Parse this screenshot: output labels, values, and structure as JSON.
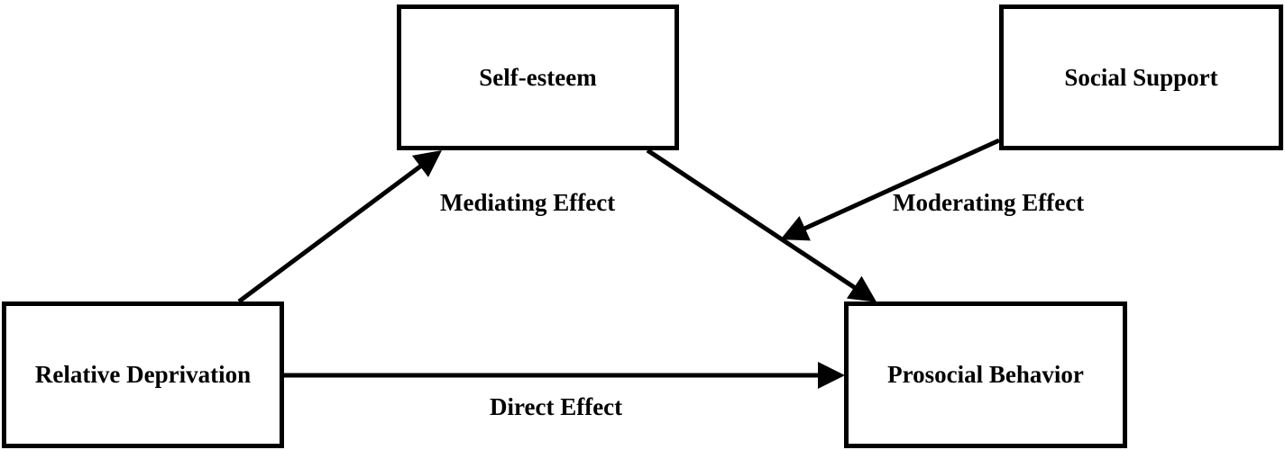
{
  "nodes": {
    "self_esteem": "Self-esteem",
    "social_support": "Social Support",
    "relative_deprivation": "Relative Deprivation",
    "prosocial_behavior": "Prosocial Behavior"
  },
  "edges": {
    "mediating": "Mediating Effect",
    "moderating": "Moderating Effect",
    "direct": "Direct Effect"
  },
  "colors": {
    "stroke": "#000000",
    "background": "#ffffff"
  }
}
